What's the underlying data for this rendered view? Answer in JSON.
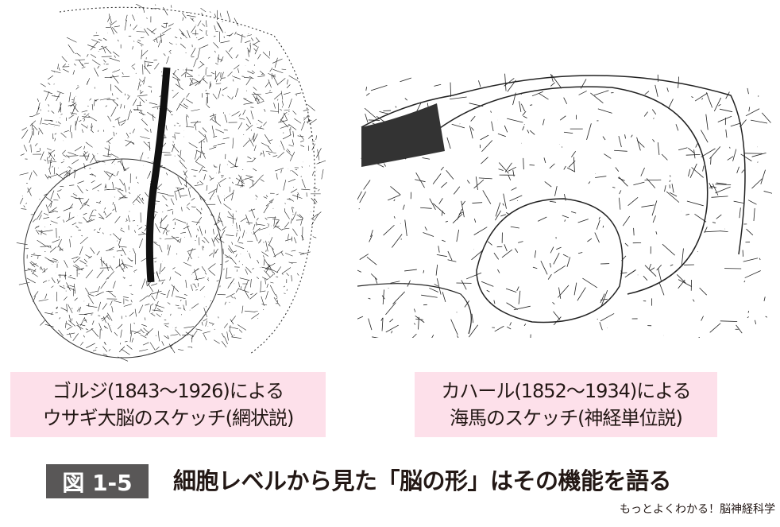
{
  "figure": {
    "label": "図 1-5",
    "title": "細胞レベルから見た「脳の形」はその機能を語る",
    "credit": "もっとよくわかる！脳神経科学"
  },
  "left_panel": {
    "caption_line1": "ゴルジ(1843〜1926)による",
    "caption_line2": "ウサギ大脳のスケッチ(網状説)"
  },
  "right_panel": {
    "caption_line1": "カハール(1852〜1934)による",
    "caption_line2": "海馬のスケッチ(神経単位説)"
  },
  "colors": {
    "caption_bg": "#fde0ea",
    "label_bg": "#595757",
    "ink": "#231815"
  }
}
